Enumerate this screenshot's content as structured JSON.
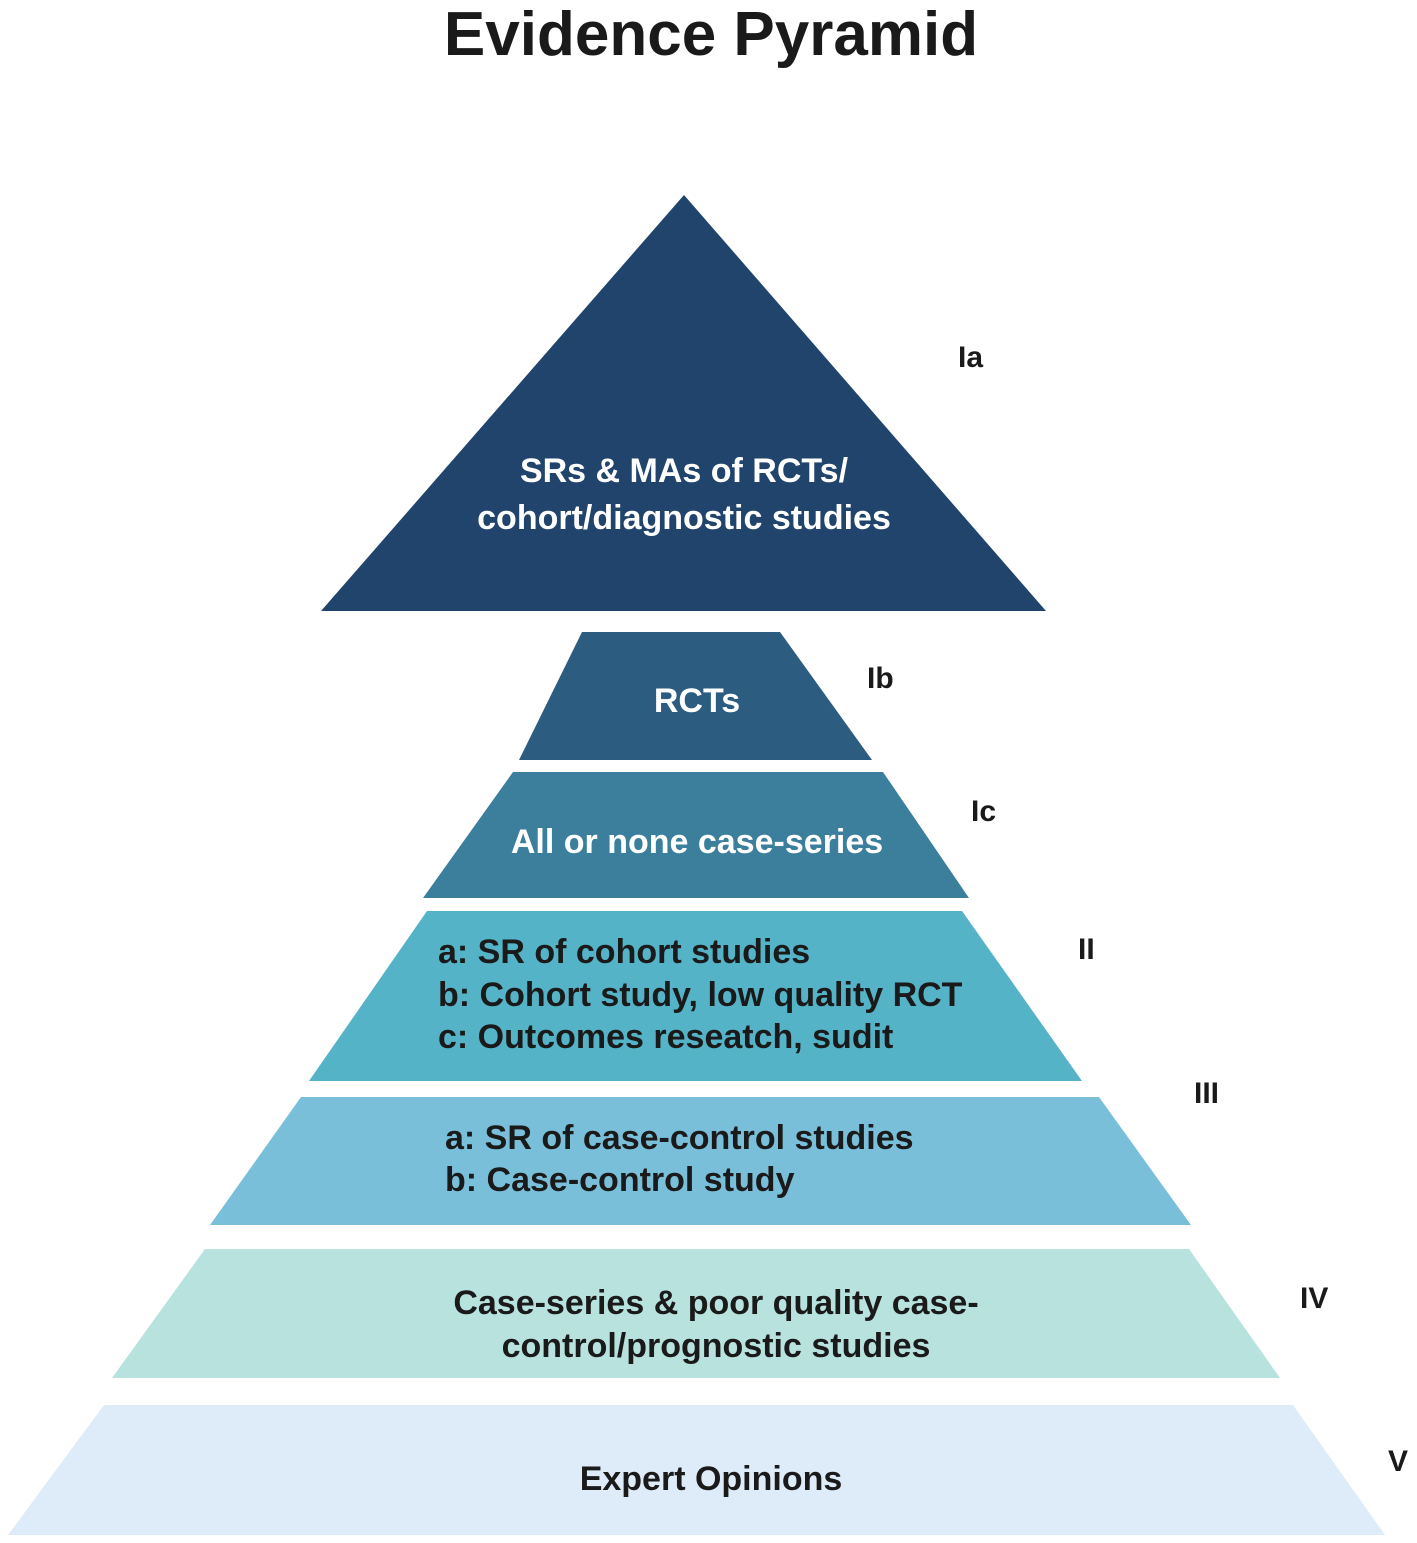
{
  "title": "Evidence Pyramid",
  "tiers": [
    {
      "level": "Ia",
      "lines": [
        "SRs & MAs of RCTs/",
        "cohort/diagnostic studies"
      ],
      "fill": "#20446b",
      "text_color": "#ffffff"
    },
    {
      "level": "Ib",
      "lines": [
        "RCTs"
      ],
      "fill": "#2c5c80",
      "text_color": "#ffffff"
    },
    {
      "level": "Ic",
      "lines": [
        "All or none case-series"
      ],
      "fill": "#3b7f9d",
      "text_color": "#ffffff"
    },
    {
      "level": "II",
      "lines": [
        "a: SR of cohort studies",
        "b: Cohort study, low quality RCT",
        "c: Outcomes reseatch, sudit"
      ],
      "fill": "#54b3c6",
      "text_color": "#1a1a1a"
    },
    {
      "level": "III",
      "lines": [
        "a: SR of case-control studies",
        "b: Case-control study"
      ],
      "fill": "#7abfda",
      "text_color": "#1a1a1a"
    },
    {
      "level": "IV",
      "lines": [
        "Case-series & poor quality case-",
        "control/prognostic studies"
      ],
      "fill": "#b7e2dd",
      "text_color": "#1a1a1a"
    },
    {
      "level": "V",
      "lines": [
        "Expert Opinions"
      ],
      "fill": "#deebf8",
      "text_color": "#1a1a1a"
    }
  ]
}
